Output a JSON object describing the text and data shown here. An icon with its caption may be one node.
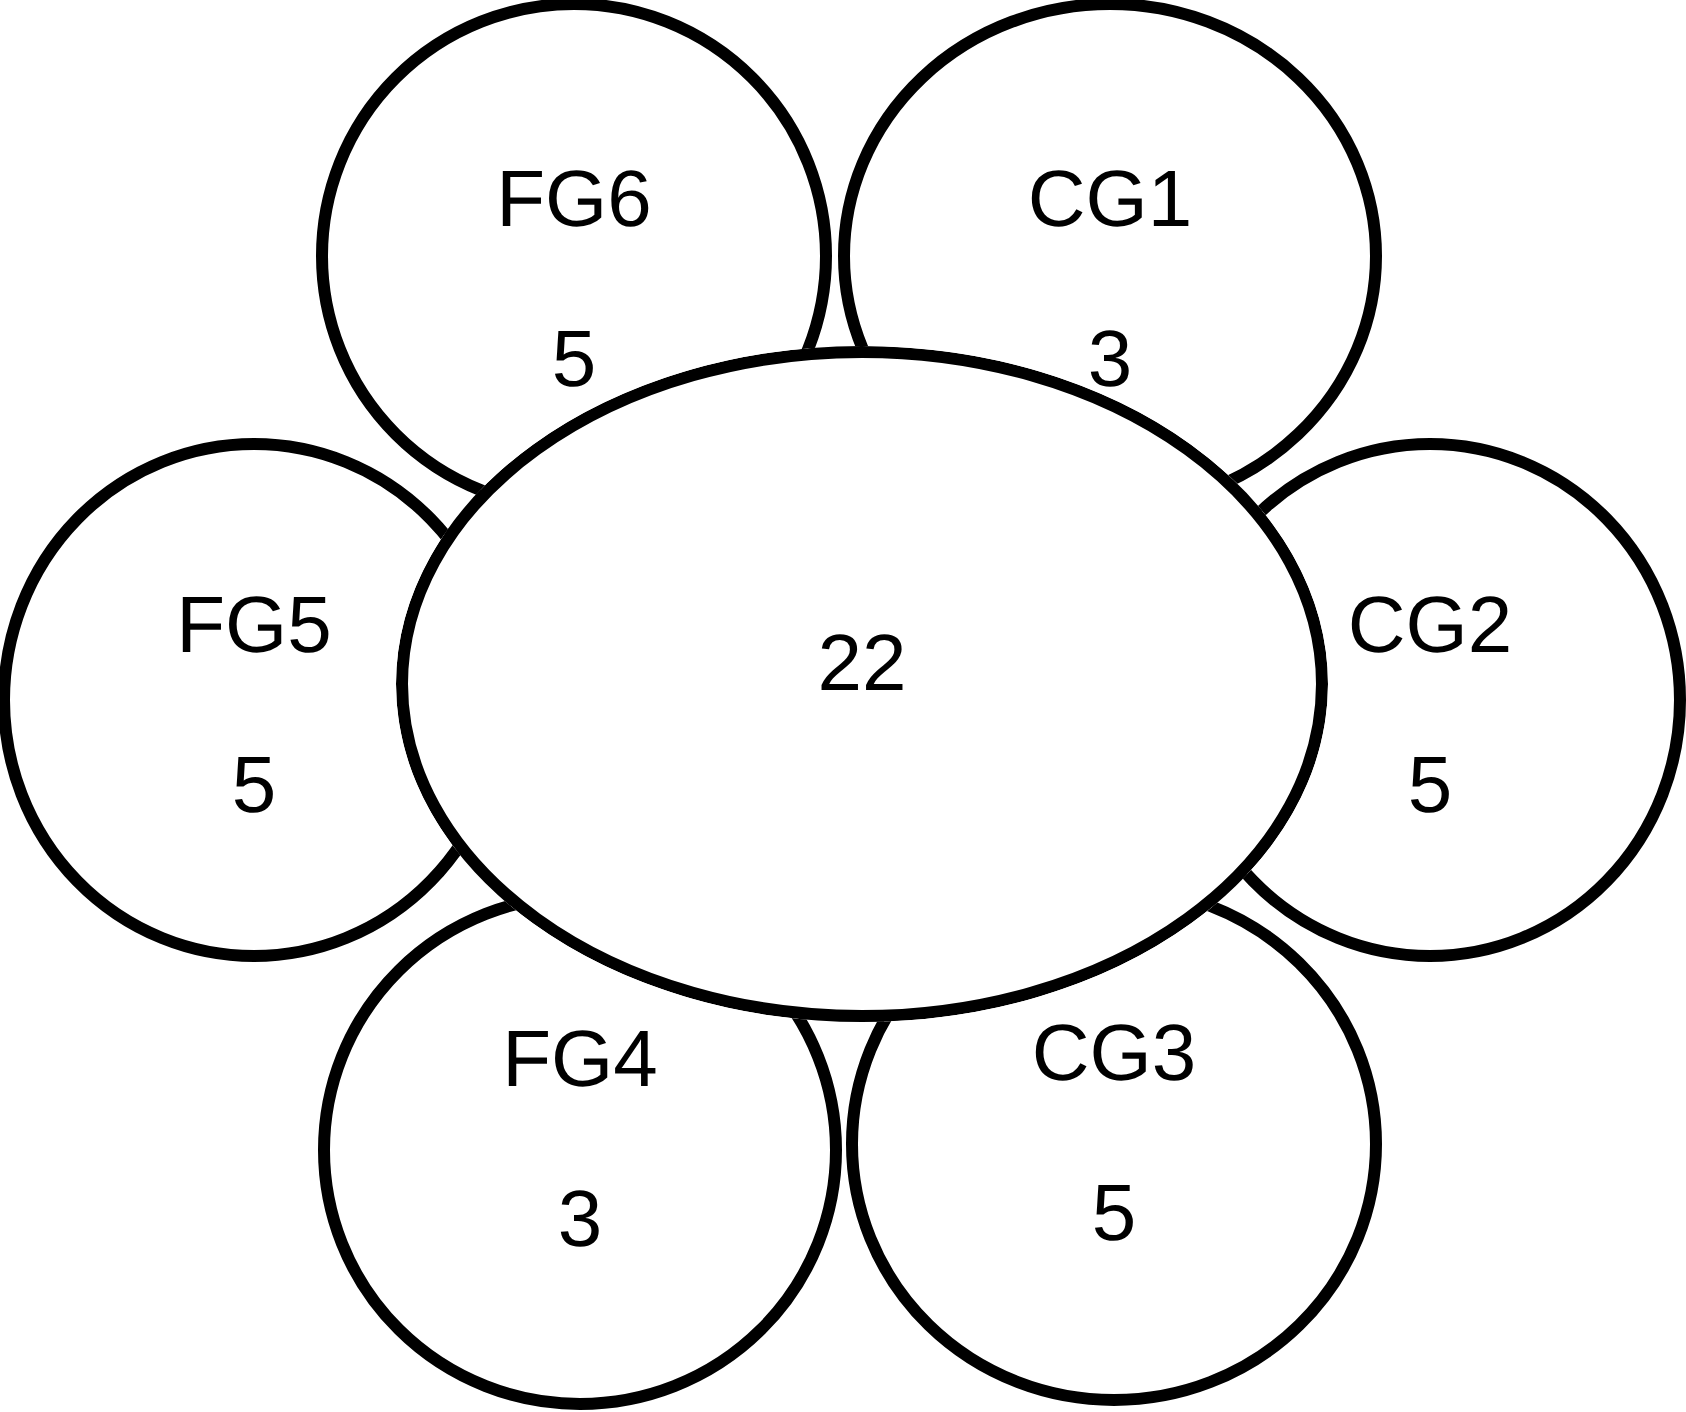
{
  "diagram": {
    "nodes": [
      {
        "text": [
          "FG6",
          "5"
        ]
      },
      {
        "text": [
          "CG1",
          "3"
        ]
      },
      {
        "text": [
          "FG5",
          "5"
        ]
      },
      {
        "text": [
          "22"
        ]
      },
      {
        "text": [
          "CG2",
          "5"
        ]
      },
      {
        "text": [
          "FG4",
          "3"
        ]
      },
      {
        "text": [
          "CG3",
          "5"
        ]
      }
    ]
  }
}
